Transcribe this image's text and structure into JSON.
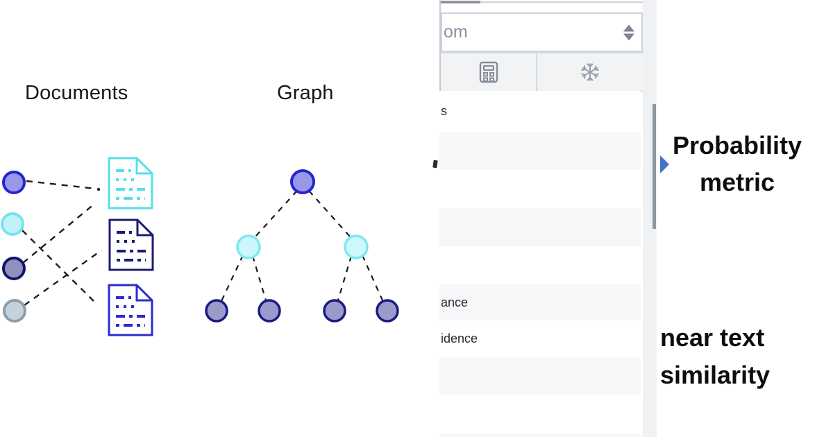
{
  "diagram": {
    "documents_title": "Documents",
    "graph_title": "Graph",
    "document_nodes": [
      {
        "fill": "#9898ea",
        "border": "#2525cb"
      },
      {
        "fill": "#bff2f9",
        "border": "#78e3ee"
      },
      {
        "fill": "#9090bf",
        "border": "#14146b"
      },
      {
        "fill": "#c7d1d9",
        "border": "#8c9dab"
      }
    ],
    "document_icons": [
      {
        "color": "#55dfea"
      },
      {
        "color": "#1b1b72"
      },
      {
        "color": "#2b2bd2"
      }
    ],
    "graph_tree": {
      "root_color": "#9898ea",
      "mid_color": "#ccf7fb",
      "leaf_color": "#9a9acb",
      "levels": [
        1,
        2,
        4
      ]
    }
  },
  "panel": {
    "dropdown": {
      "value": "om",
      "icon": "sort-arrows-icon"
    },
    "toolbar": {
      "buttons": [
        {
          "icon": "calculator-icon"
        },
        {
          "icon": "snowflake-icon"
        }
      ]
    },
    "rows": [
      {
        "label": "s"
      },
      {
        "label": ""
      },
      {
        "label": ""
      },
      {
        "label": ""
      },
      {
        "label": ""
      },
      {
        "label": "ance"
      },
      {
        "label": "idence"
      },
      {
        "label": ""
      },
      {
        "label": ""
      },
      {
        "label": ""
      }
    ]
  },
  "labels": {
    "probability_line1": "Probability",
    "probability_line2": "metric",
    "similarity_line1": "near text",
    "similarity_line2": "similarity"
  },
  "colors": {
    "accent_blue": "#4472c4",
    "icon_gray": "#7d8694",
    "alt_row": "#f6f7f8",
    "toolbar_bg": "#f2f3f5",
    "border_gray": "#ced3db",
    "doc_cyan": "#55dfea",
    "doc_navy": "#1b1b72",
    "doc_blue": "#2b2bd2"
  }
}
